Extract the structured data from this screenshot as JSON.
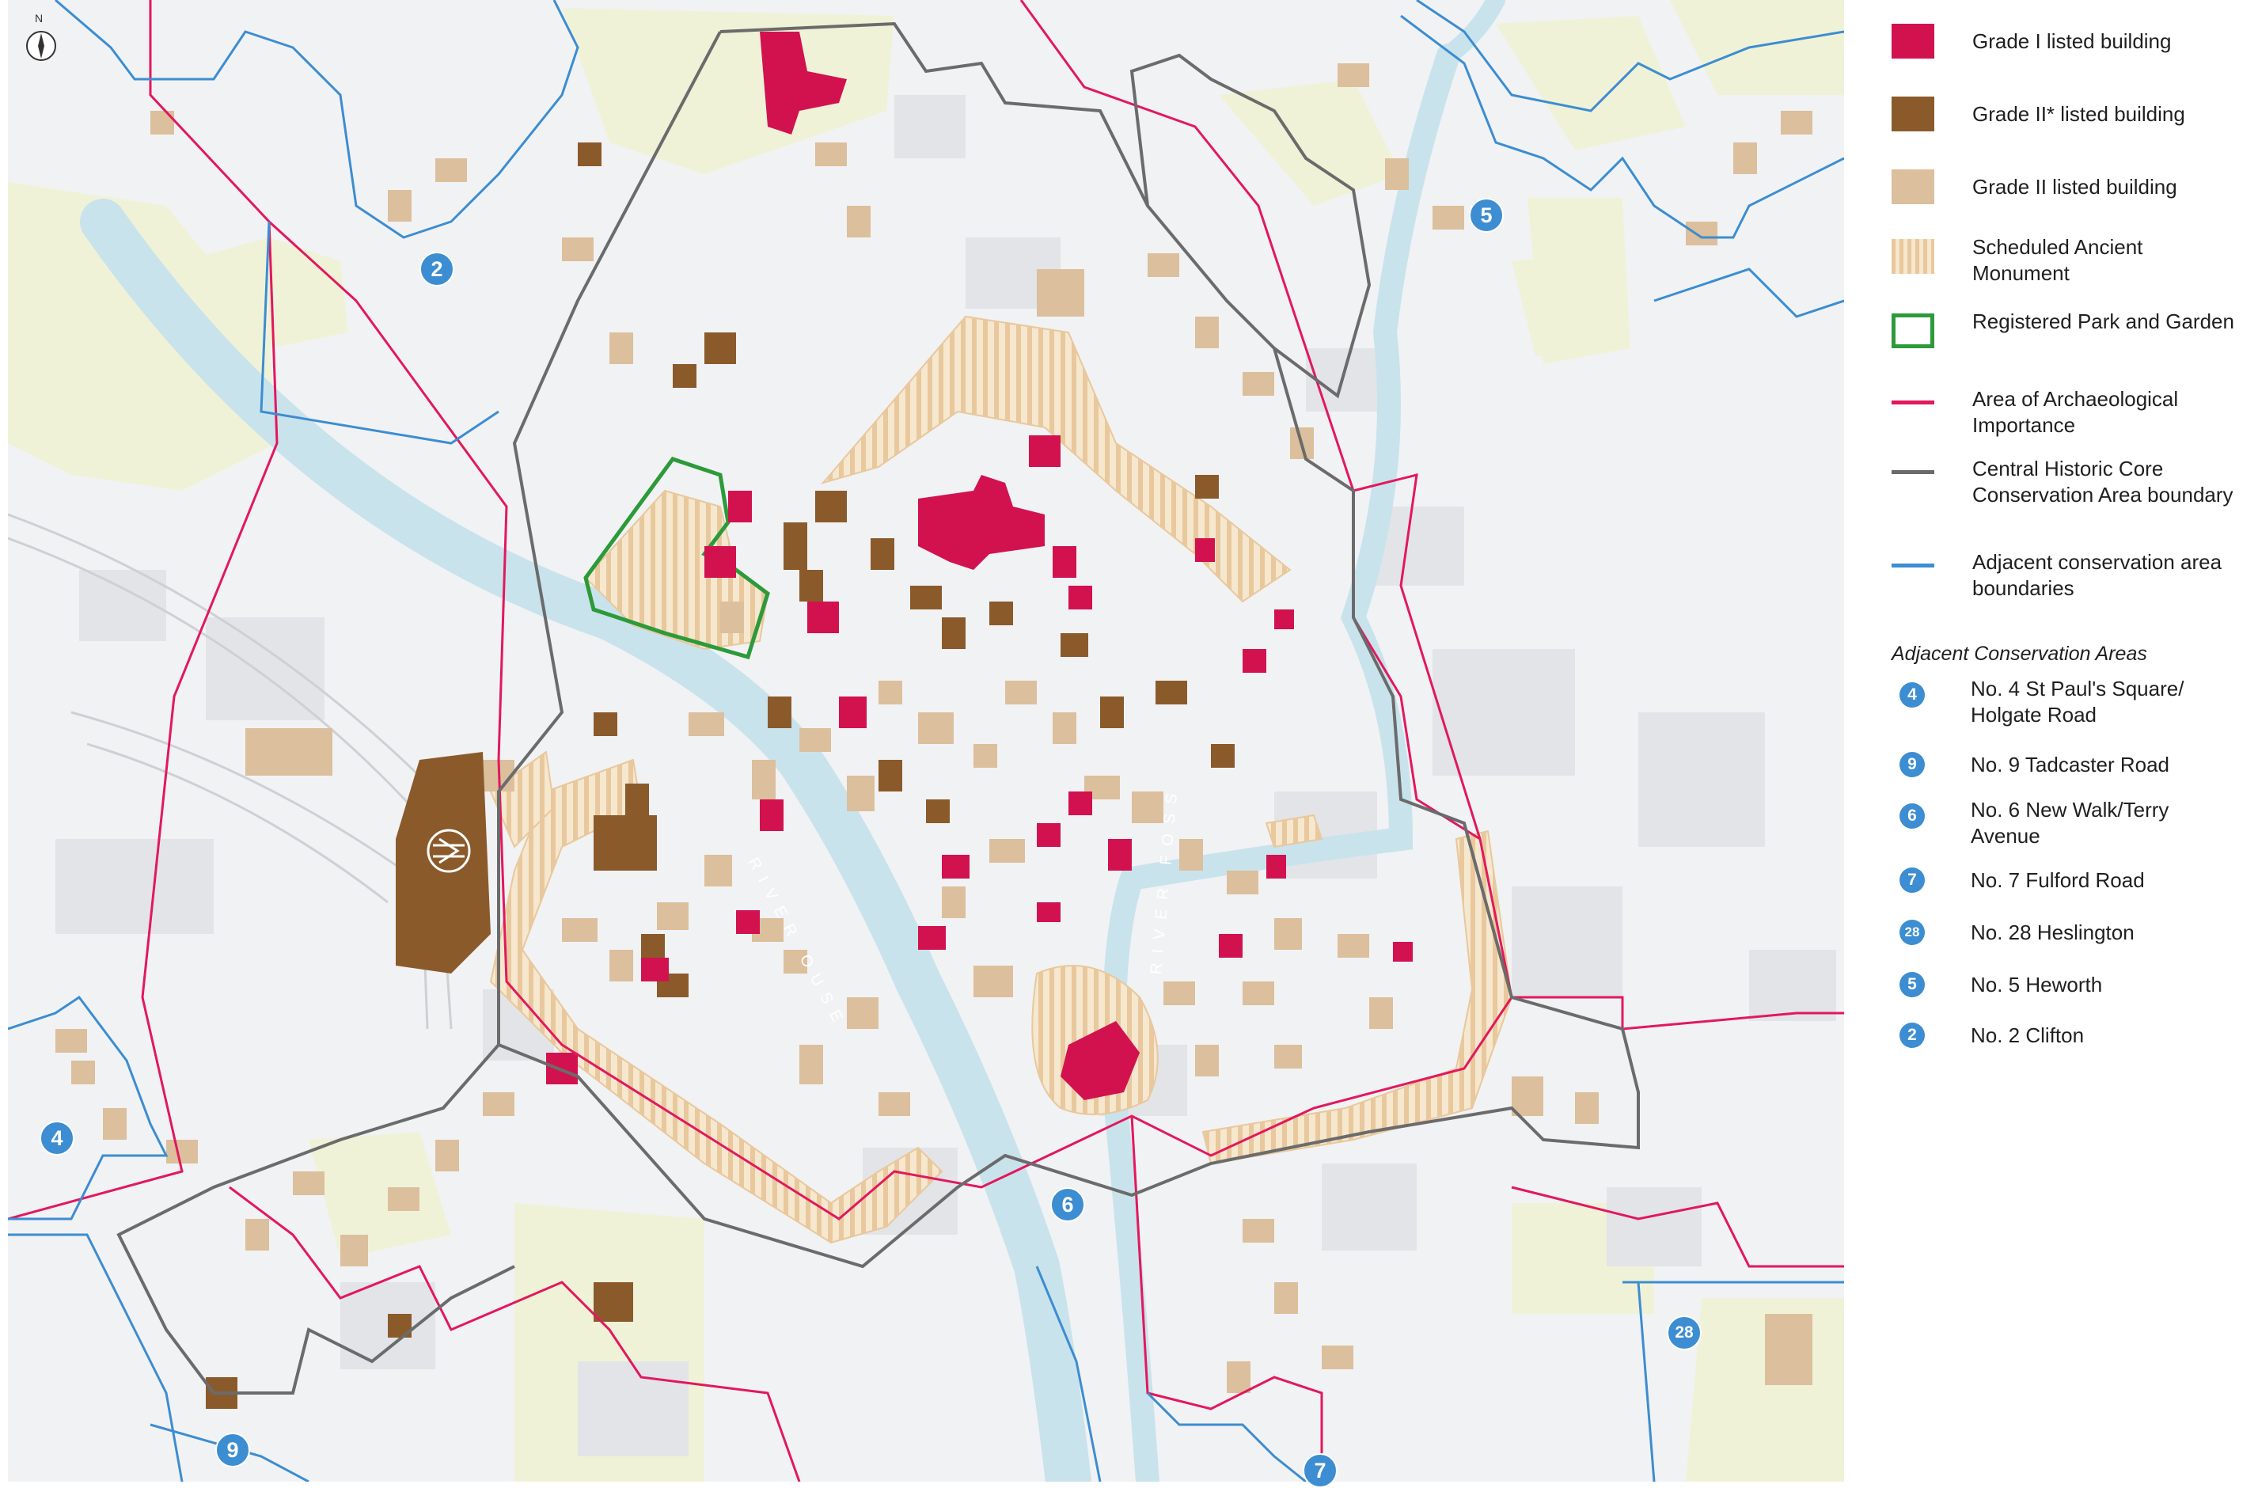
{
  "colors": {
    "grade_i": "#d2124f",
    "grade_ii_star": "#8b5a2b",
    "grade_ii": "#dcbf9c",
    "scheduled_a": "#e8c89c",
    "scheduled_b": "#f6e7cf",
    "park_outline": "#2d9a3a",
    "archaeology": "#e2185d",
    "core_boundary": "#6b6b6b",
    "adjacent_boundary": "#3c8dd1",
    "river": "#c9e3ec",
    "green_space": "#f0f2d8",
    "badge": "#3c8dd1"
  },
  "north": {
    "label": "N"
  },
  "legend": {
    "items": [
      {
        "key": "grade_i",
        "label": "Grade I listed building",
        "kind": "fill"
      },
      {
        "key": "grade_ii_star",
        "label": "Grade II* listed building",
        "kind": "fill"
      },
      {
        "key": "grade_ii",
        "label": "Grade II listed building",
        "kind": "fill"
      },
      {
        "key": "scheduled",
        "label": "Scheduled Ancient Monument",
        "kind": "hatch"
      },
      {
        "key": "park",
        "label": "Registered Park and Garden",
        "kind": "outline"
      },
      {
        "key": "archaeology",
        "label": "Area of Archaeological Importance",
        "kind": "line"
      },
      {
        "key": "core_boundary",
        "label": "Central Historic Core Conservation Area boundary",
        "kind": "line"
      },
      {
        "key": "adjacent_boundary",
        "label": "Adjacent conservation area boundaries",
        "kind": "line"
      }
    ],
    "areas_title": "Adjacent Conservation Areas",
    "areas": [
      {
        "num": "4",
        "label": "No. 4 St Paul's Square/ Holgate Road"
      },
      {
        "num": "9",
        "label": "No. 9 Tadcaster Road"
      },
      {
        "num": "6",
        "label": "No. 6 New Walk/Terry Avenue"
      },
      {
        "num": "7",
        "label": "No. 7 Fulford Road"
      },
      {
        "num": "28",
        "label": "No. 28 Heslington"
      },
      {
        "num": "5",
        "label": "No. 5 Heworth"
      },
      {
        "num": "2",
        "label": "No. 2 Clifton"
      }
    ]
  },
  "map_badges": [
    "2",
    "5",
    "4",
    "6",
    "9",
    "7",
    "28"
  ],
  "river_labels": {
    "ouse": "RIVER OUSE",
    "foss": "RIVER FOSS"
  }
}
